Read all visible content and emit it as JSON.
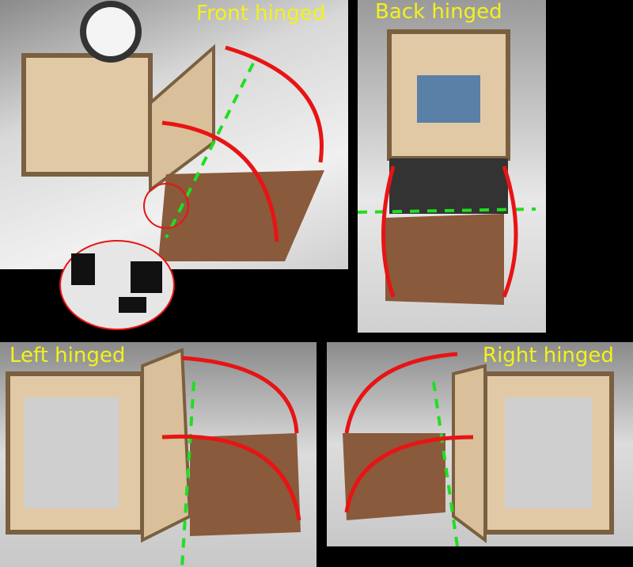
{
  "panels": [
    {
      "label": "Front hinged"
    },
    {
      "label": "Back hinged"
    },
    {
      "label": "Left hinged"
    },
    {
      "label": "Right hinged"
    }
  ],
  "colors": {
    "label": "#f2f21a",
    "arrow": "#e81414",
    "hinge_line": "#22dd22",
    "wood": "#e2c9a6",
    "board": "#8a5a3c"
  }
}
